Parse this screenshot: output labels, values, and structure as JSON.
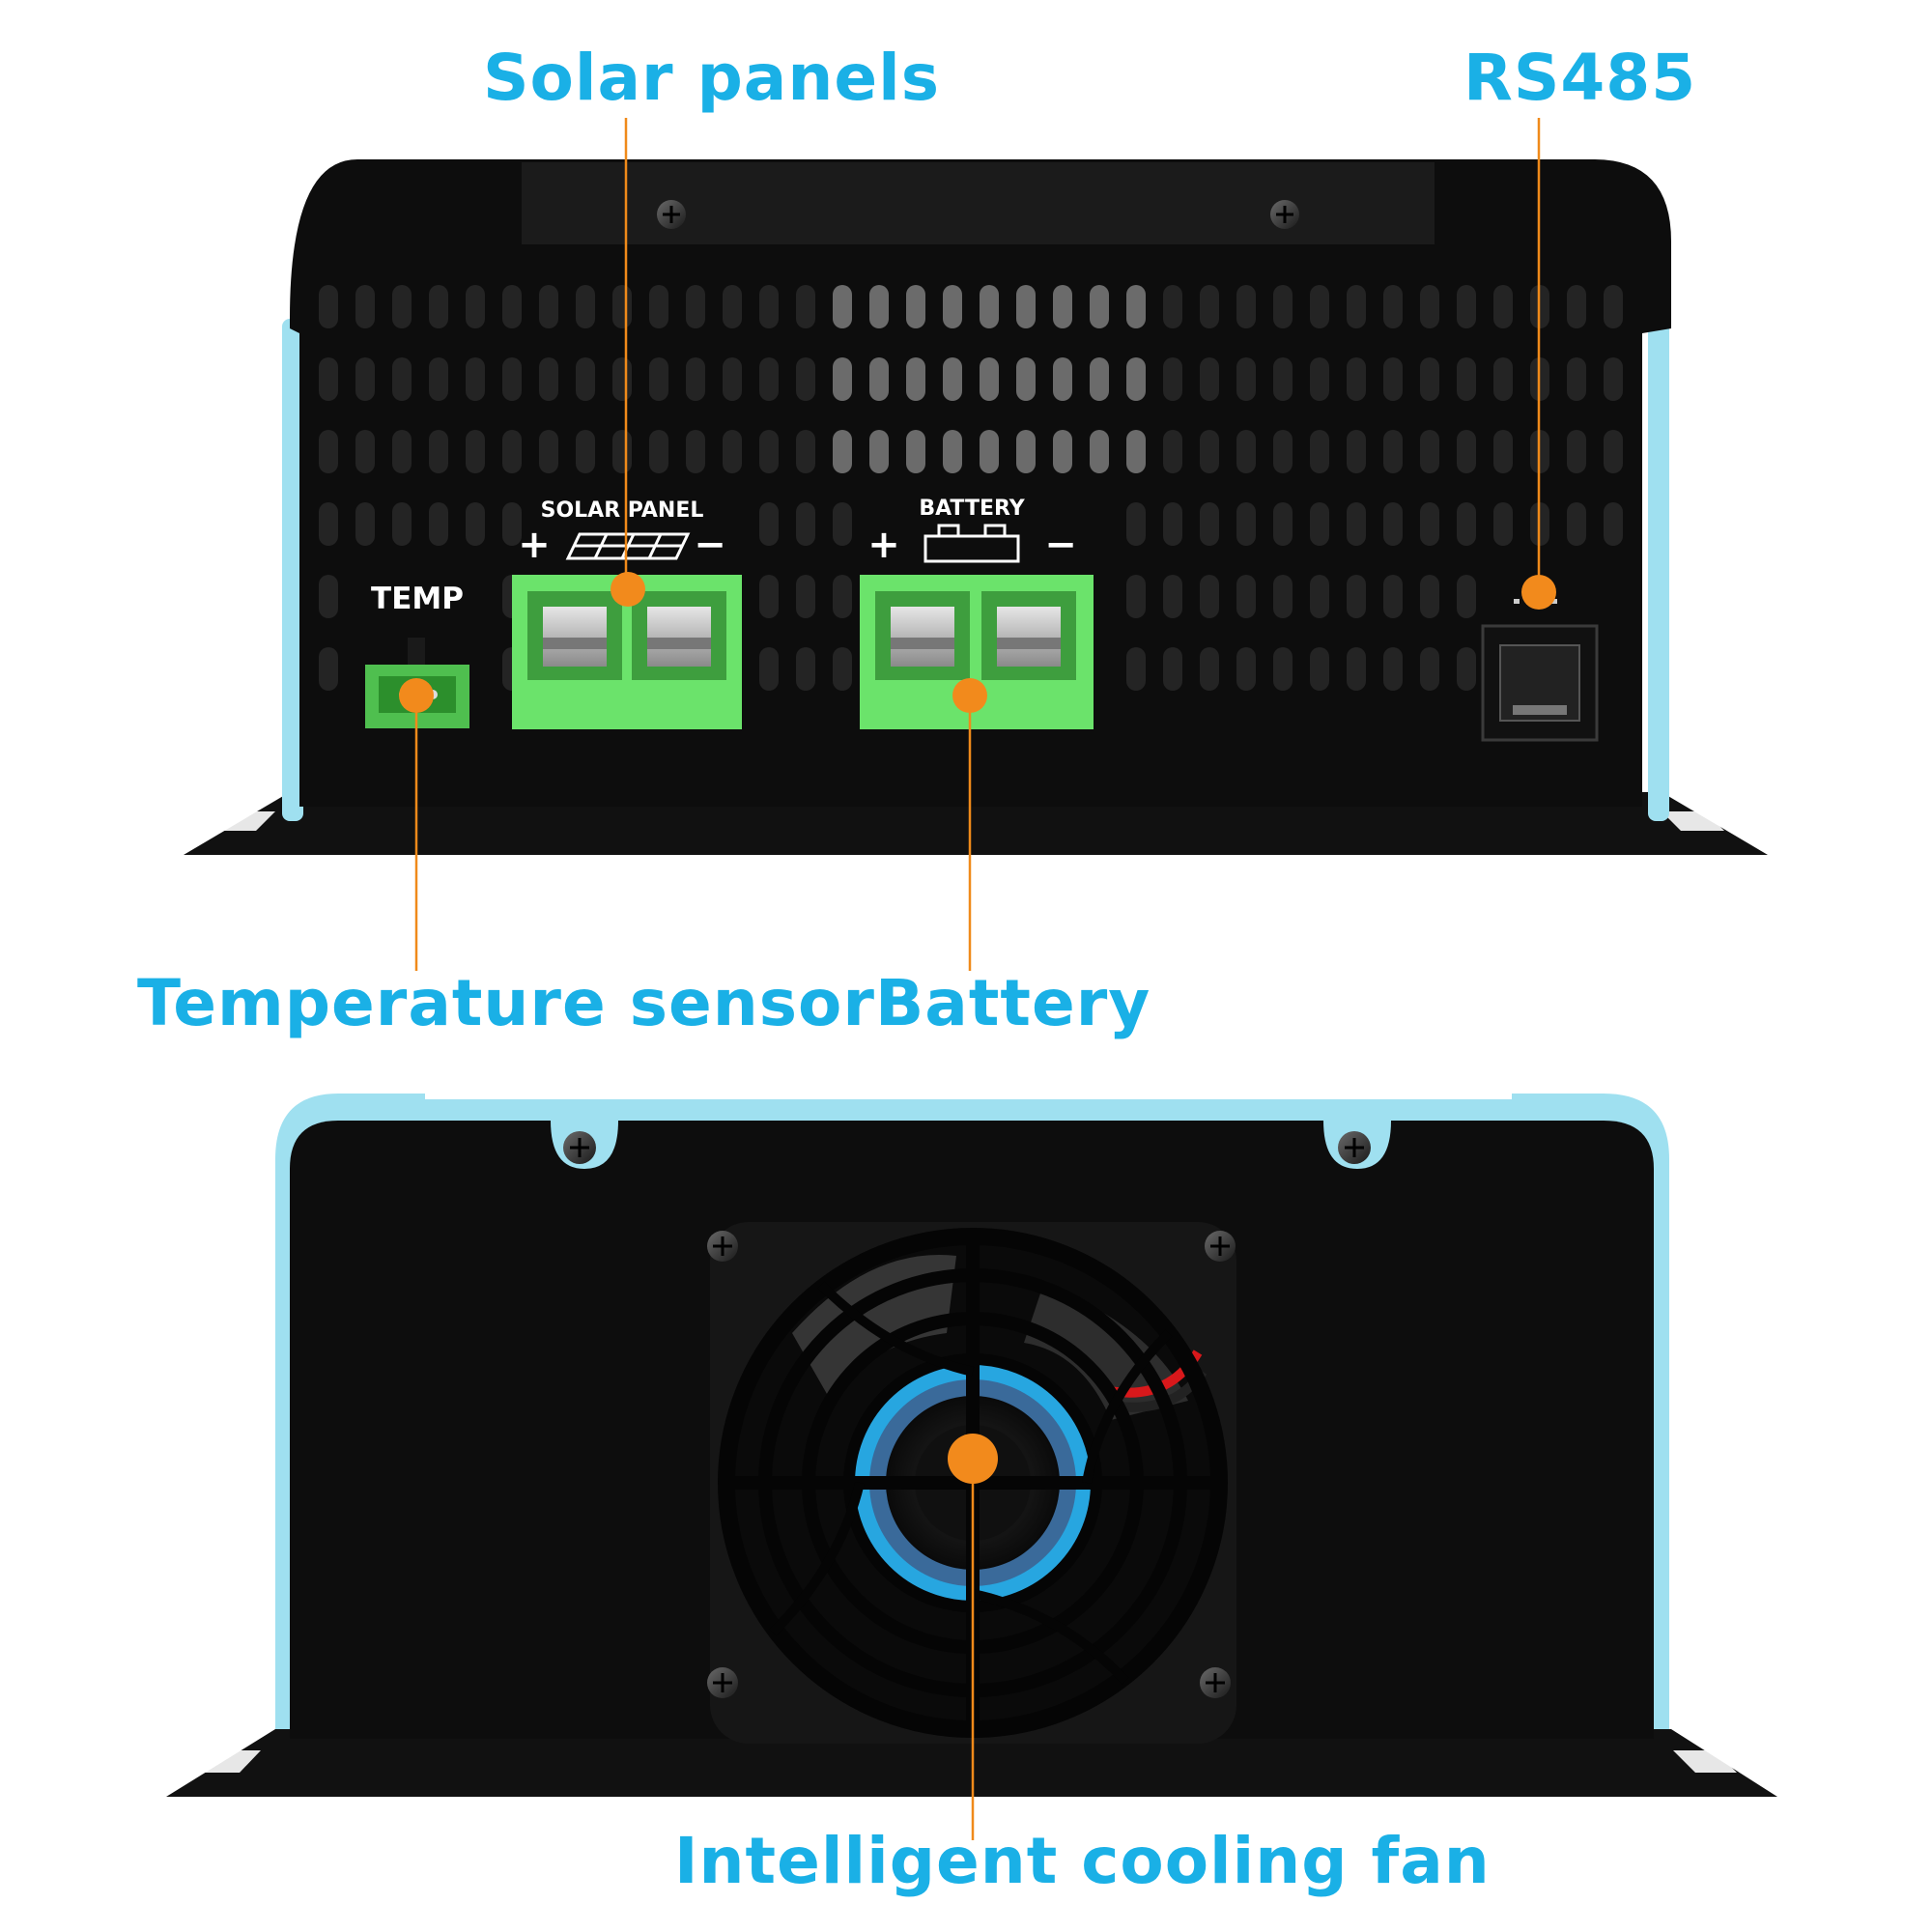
{
  "callouts": {
    "solar_panels": "Solar panels",
    "rs485": "RS485",
    "temperature_sensor": "Temperature sensor",
    "battery": "Battery",
    "cooling_fan": "Intelligent cooling fan"
  },
  "device_labels": {
    "temp": "TEMP",
    "solar_panel": "SOLAR PANEL",
    "battery": "BATTERY",
    "plus": "+",
    "minus": "−"
  },
  "colors": {
    "callout_text": "#1ab0e6",
    "leader_line": "#f08a1a",
    "marker_dot": "#f28a1c",
    "chassis": "#0d0d0d",
    "case_accent": "#9fe0f0",
    "terminal_green": "#6be36b"
  }
}
